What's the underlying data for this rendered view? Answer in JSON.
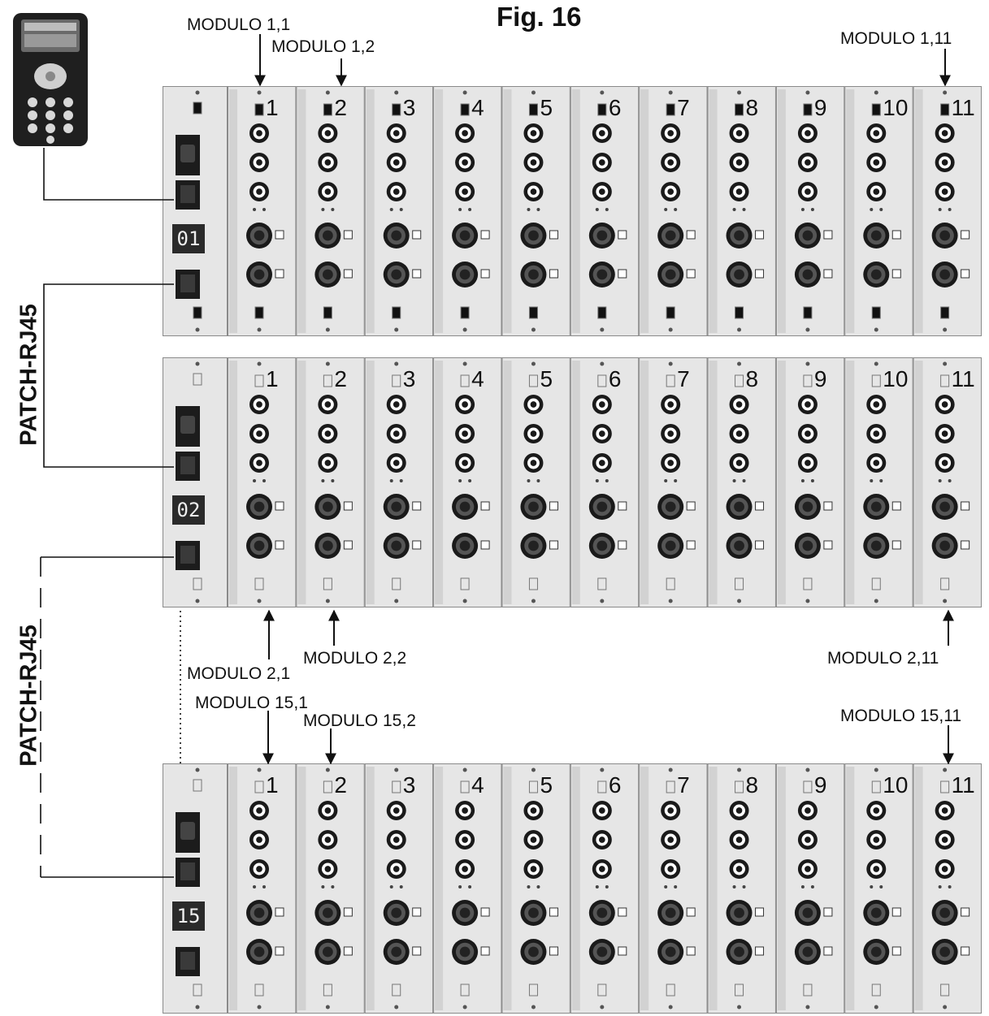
{
  "figure": {
    "title": "Fig. 16",
    "patch_labels": [
      "PATCH-RJ45",
      "PATCH-RJ45"
    ]
  },
  "racks": [
    {
      "display": "01",
      "module_numbers": [
        "1",
        "2",
        "3",
        "4",
        "5",
        "6",
        "7",
        "8",
        "9",
        "10",
        "11"
      ]
    },
    {
      "display": "02",
      "module_numbers": [
        "1",
        "2",
        "3",
        "4",
        "5",
        "6",
        "7",
        "8",
        "9",
        "10",
        "11"
      ]
    },
    {
      "display": "15",
      "module_numbers": [
        "1",
        "2",
        "3",
        "4",
        "5",
        "6",
        "7",
        "8",
        "9",
        "10",
        "11"
      ]
    }
  ],
  "callouts": {
    "m1_1": "MODULO 1,1",
    "m1_2": "MODULO 1,2",
    "m1_11": "MODULO 1,11",
    "m2_1": "MODULO 2,1",
    "m2_2": "MODULO 2,2",
    "m2_11": "MODULO 2,11",
    "m15_1": "MODULO 15,1",
    "m15_2": "MODULO 15,2",
    "m15_11": "MODULO 15,11"
  },
  "colors": {
    "panel": "#e6e6e6",
    "panel_border": "#8a8a8a",
    "connector": "#1a1a1a",
    "remote_body": "#222222"
  }
}
